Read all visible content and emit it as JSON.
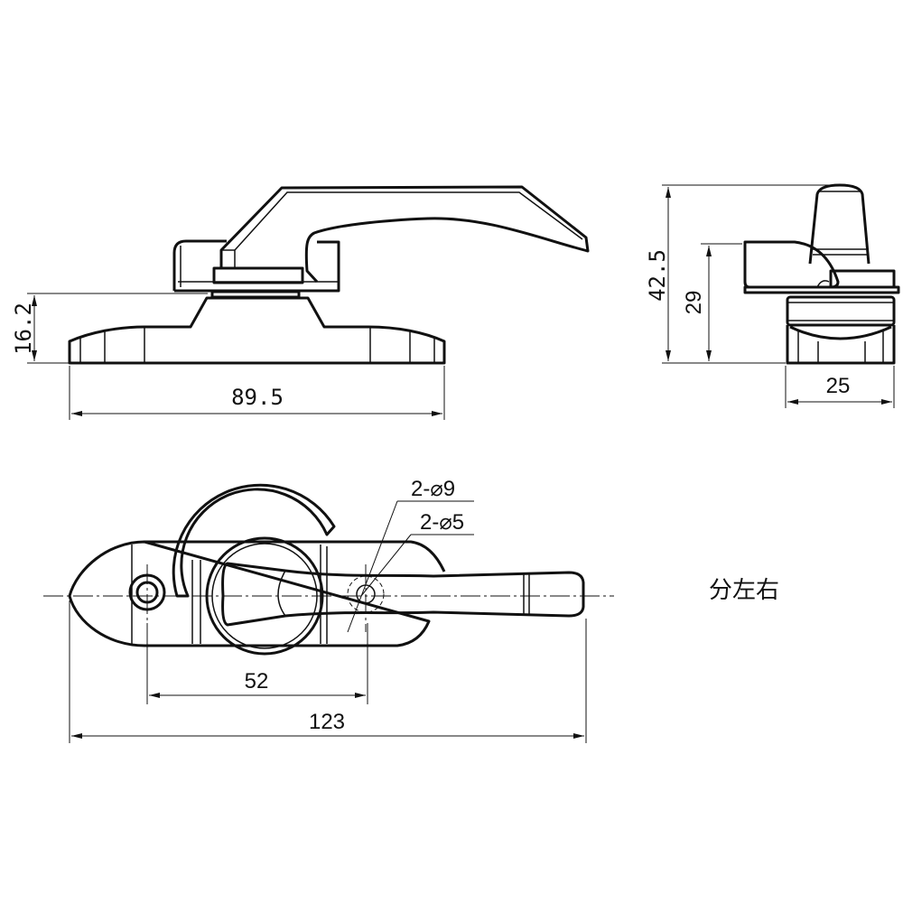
{
  "front_view": {
    "dimensions": {
      "height": "16.2",
      "length": "89.5"
    }
  },
  "side_view": {
    "dimensions": {
      "total_height": "42.5",
      "latch_height": "29",
      "width": "25"
    }
  },
  "top_view": {
    "dimensions": {
      "hole_spacing": "52",
      "total_length": "123"
    },
    "callouts": {
      "large_holes": "2-⌀9",
      "small_holes": "2-⌀5"
    }
  },
  "note": "分左右"
}
